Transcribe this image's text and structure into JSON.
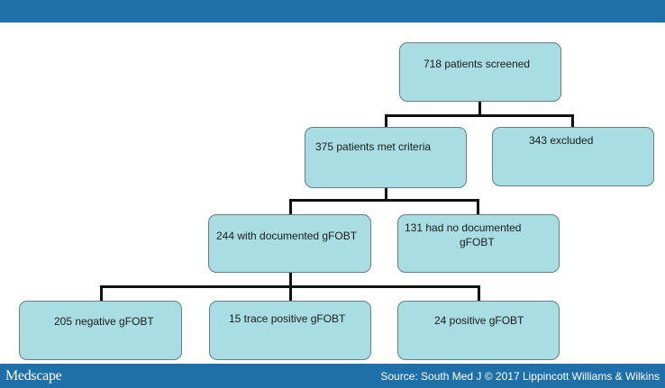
{
  "flowchart": {
    "screened": "718 patients screened",
    "met_criteria": "375 patients met criteria",
    "excluded": "343 excluded",
    "documented": "244 with documented gFOBT",
    "not_documented_line1": "131 had no documented",
    "not_documented_line2": "gFOBT",
    "negative": "205 negative gFOBT",
    "trace_positive": "15 trace positive gFOBT",
    "positive": "24 positive gFOBT"
  },
  "footer": {
    "brand": "Medscape",
    "source": "Source: South Med J © 2017 Lippincott Williams & Wilkins"
  },
  "colors": {
    "bar": "#1f6fa8",
    "box_fill": "#a8dde3",
    "box_border": "#6a7d80",
    "connector": "#111111"
  }
}
